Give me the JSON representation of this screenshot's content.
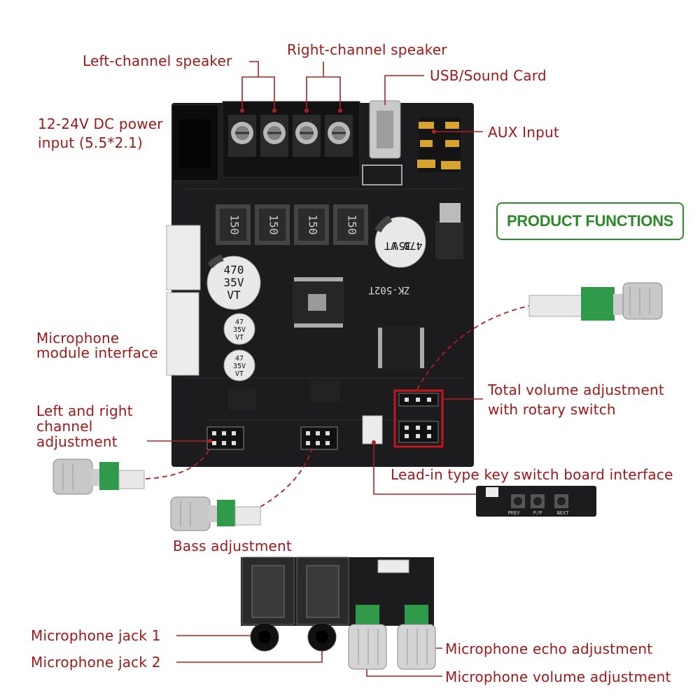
{
  "labels": {
    "left_speaker": "Left-channel speaker",
    "right_speaker": "Right-channel speaker",
    "usb": "USB/Sound Card",
    "power_line1": "12-24V DC power",
    "power_line2": "input (5.5*2.1)",
    "aux": "AUX Input",
    "product_functions": "PRODUCT FUNCTIONS",
    "mic_module_line1": "Microphone",
    "mic_module_line2": "module interface",
    "lr_line1": "Left and right",
    "lr_line2": "channel",
    "lr_line3": "adjustment",
    "total_vol_line1": "Total volume adjustment",
    "total_vol_line2": "with rotary switch",
    "key_board": "Lead-in type key switch board interface",
    "bass": "Bass adjustment",
    "mic_jack1": "Microphone jack 1",
    "mic_jack2": "Microphone jack 2",
    "mic_echo": "Microphone echo adjustment",
    "mic_volume": "Microphone volume adjustment"
  },
  "board": {
    "model": "ZK-502T",
    "cap_large_value": "470",
    "cap_large_voltage": "35V",
    "cap_large_series": "VT",
    "cap_small_value": "47",
    "cap_small_voltage": "35V",
    "cap_small_series": "VT",
    "inductor_mark": "150",
    "key_prev": "PREV",
    "key_pp": "P/P",
    "key_next": "NEXT"
  },
  "colors": {
    "label_red": "#a01818",
    "leader_red": "#b02020",
    "highlight_red": "#c8141c",
    "functions_green": "#2a8a2a",
    "pcb_black": "#1c1c1e"
  }
}
